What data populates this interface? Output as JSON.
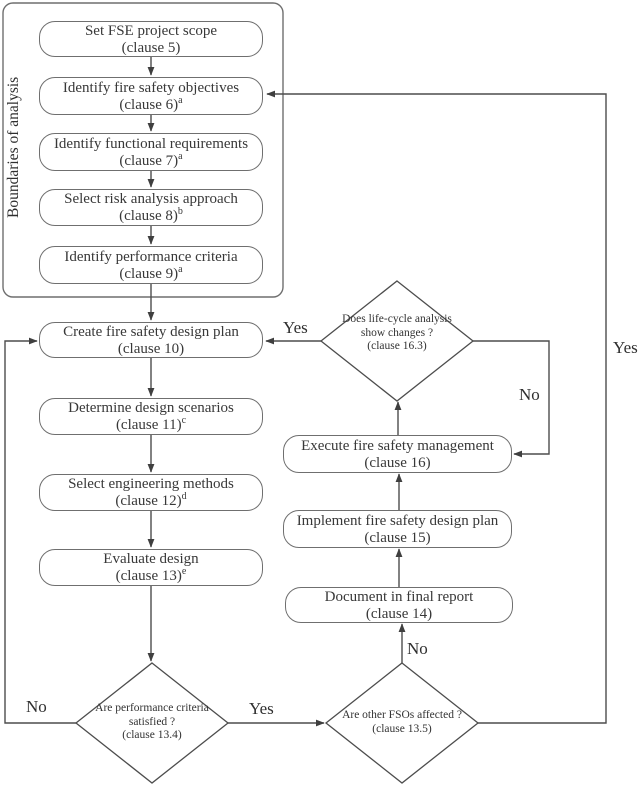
{
  "boundary": {
    "label": "Boundaries of analysis"
  },
  "nodes": {
    "scope": {
      "title": "Set FSE project scope",
      "clause": "(clause 5)",
      "sup": ""
    },
    "objectives": {
      "title": "Identify fire safety objectives",
      "clause": "(clause 6)",
      "sup": "a"
    },
    "functional": {
      "title": "Identify functional requirements",
      "clause": "(clause 7)",
      "sup": "a"
    },
    "risk": {
      "title": "Select risk analysis approach",
      "clause": "(clause 8)",
      "sup": "b"
    },
    "criteria": {
      "title": "Identify performance criteria",
      "clause": "(clause 9)",
      "sup": "a"
    },
    "plan": {
      "title": "Create fire safety design plan",
      "clause": "(clause 10)",
      "sup": ""
    },
    "scenarios": {
      "title": "Determine design scenarios",
      "clause": "(clause 11)",
      "sup": "c"
    },
    "methods": {
      "title": "Select engineering methods",
      "clause": "(clause 12)",
      "sup": "d"
    },
    "evaluate": {
      "title": "Evaluate design",
      "clause": "(clause 13)",
      "sup": "e"
    },
    "document": {
      "title": "Document in final report",
      "clause": "(clause 14)",
      "sup": ""
    },
    "implement": {
      "title": "Implement fire safety design plan",
      "clause": "(clause 15)",
      "sup": ""
    },
    "execute": {
      "title": "Execute fire safety management",
      "clause": "(clause 16)",
      "sup": ""
    }
  },
  "decisions": {
    "lifecycle": {
      "line1": "Does life-cycle analysis",
      "line2": "show changes ?",
      "clause": "(clause 16.3)"
    },
    "performance": {
      "line1": "Are performance criteria",
      "line2": "satisfied ?",
      "clause": "(clause 13.4)"
    },
    "fsos": {
      "line1": "Are other FSOs affected ?",
      "line2": "",
      "clause": "(clause 13.5)"
    }
  },
  "edge_labels": {
    "lifecycle_yes": "Yes",
    "lifecycle_no": "No",
    "fsos_yes": "Yes",
    "fsos_no": "No",
    "performance_yes": "Yes",
    "performance_no": "No"
  },
  "colors": {
    "line": "#4d4d4d",
    "box_border": "#6f6f6f",
    "text": "#383838",
    "background": "#ffffff"
  }
}
